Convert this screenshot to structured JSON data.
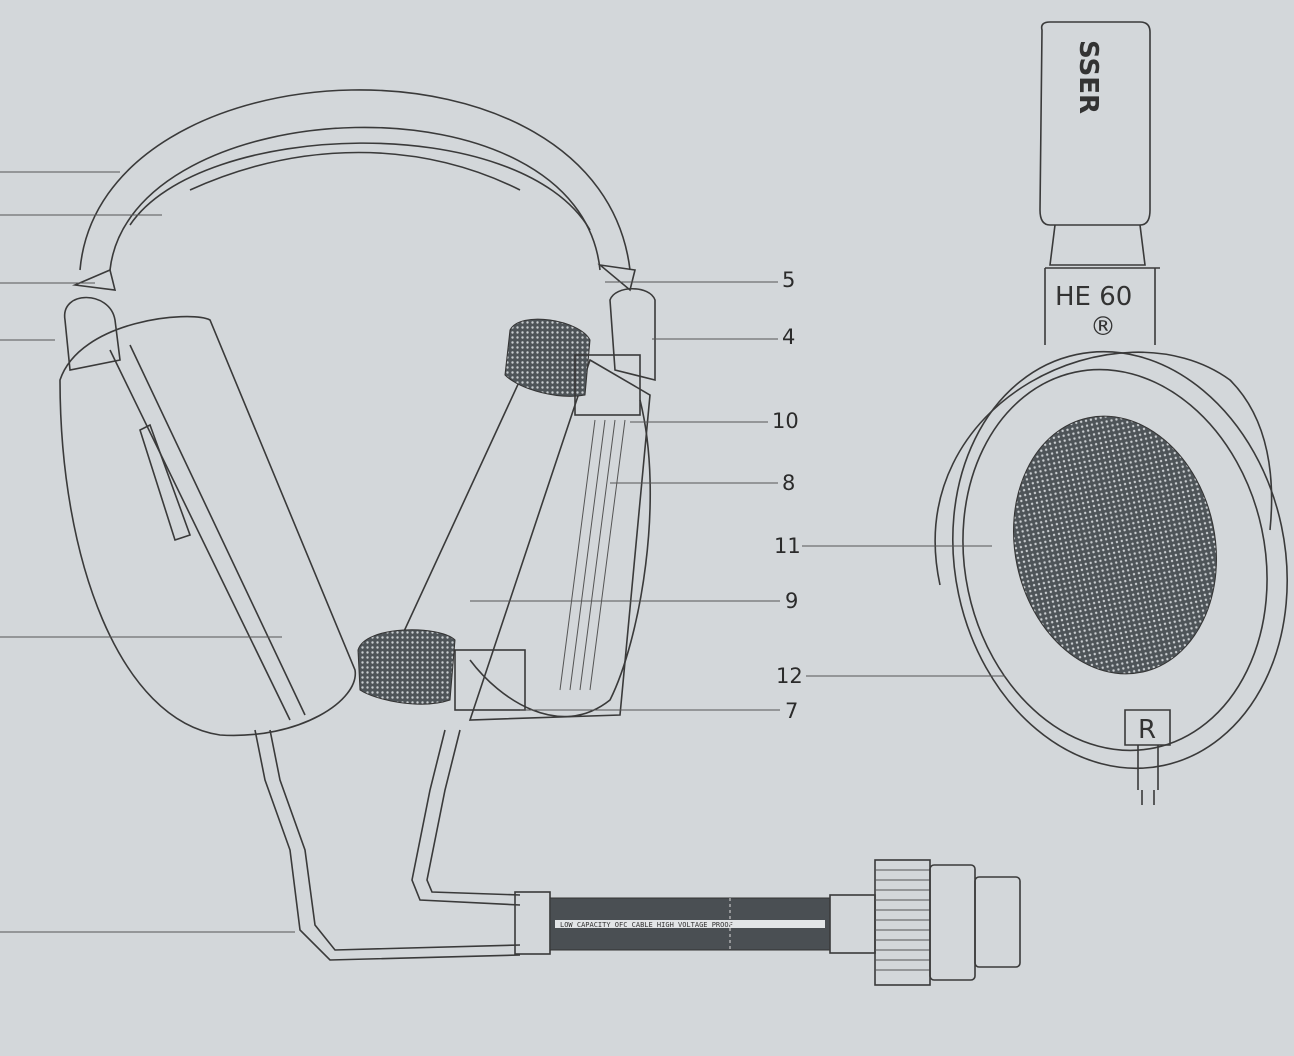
{
  "diagram": {
    "title": "Headphone exploded / component diagram",
    "callouts": [
      {
        "id": "5",
        "label": "5"
      },
      {
        "id": "4",
        "label": "4"
      },
      {
        "id": "10",
        "label": "10"
      },
      {
        "id": "8",
        "label": "8"
      },
      {
        "id": "11",
        "label": "11"
      },
      {
        "id": "9",
        "label": "9"
      },
      {
        "id": "12",
        "label": "12"
      },
      {
        "id": "7",
        "label": "7"
      }
    ],
    "side_view": {
      "model_label": "HE 60",
      "registered_mark": "®",
      "brand_fragment": "SSER",
      "channel_marker": "R"
    },
    "cable_text": "LOW CAPACITY OFC CABLE HIGH VOLTAGE PROOF"
  },
  "colors": {
    "background": "#d3d7da",
    "line": "#3a3a3a",
    "mesh": "#555b60"
  }
}
